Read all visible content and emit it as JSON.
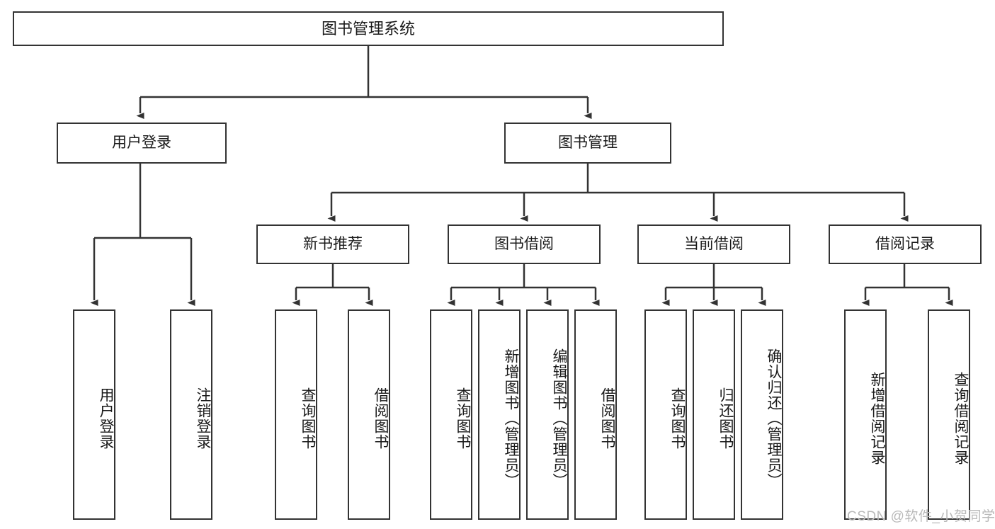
{
  "diagram": {
    "title": "图书管理系统",
    "type": "tree-hierarchy",
    "root": {
      "label": "图书管理系统"
    },
    "level1": [
      {
        "label": "用户登录"
      },
      {
        "label": "图书管理"
      }
    ],
    "level2": [
      {
        "label": "新书推荐"
      },
      {
        "label": "图书借阅"
      },
      {
        "label": "当前借阅"
      },
      {
        "label": "借阅记录"
      }
    ],
    "leaves": {
      "user_login": [
        {
          "label": "用户登录"
        },
        {
          "label": "注销登录"
        }
      ],
      "new_book_recommend": [
        {
          "label": "查询图书"
        },
        {
          "label": "借阅图书"
        }
      ],
      "book_borrow": [
        {
          "label": "查询图书"
        },
        {
          "label": "新增图书（管理员）"
        },
        {
          "label": "编辑图书（管理员）"
        },
        {
          "label": "借阅图书"
        }
      ],
      "current_borrow": [
        {
          "label": "查询图书"
        },
        {
          "label": "归还图书"
        },
        {
          "label": "确认归还（管理员）"
        }
      ],
      "borrow_record": [
        {
          "label": "新增借阅记录"
        },
        {
          "label": "查询借阅记录"
        }
      ]
    }
  },
  "watermark": {
    "text": "CSDN @软件_小贺同学"
  },
  "colors": {
    "stroke": "#333333",
    "background": "#ffffff",
    "text": "#1a1a1a",
    "watermark": "#b9b9b9"
  }
}
